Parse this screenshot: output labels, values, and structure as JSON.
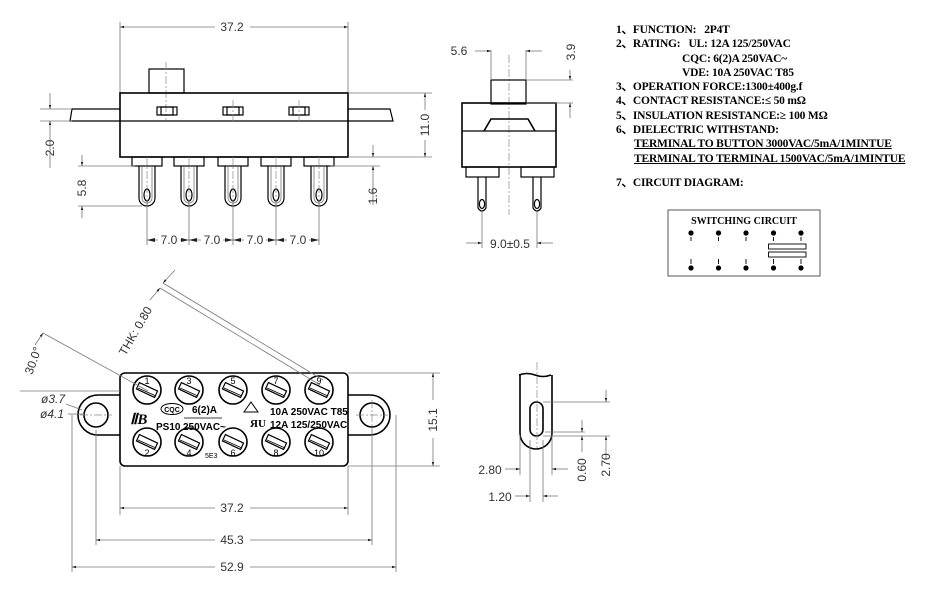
{
  "specs": {
    "function": {
      "label": "1、FUNCTION:",
      "value": "2P4T"
    },
    "rating": {
      "label": "2、RATING:",
      "ul": "UL:  12A 125/250VAC",
      "cqc": "CQC:  6(2)A 250VAC~",
      "vde": "VDE:  10A 250VAC T85"
    },
    "operation_force": "3、OPERATION FORCE:1300±400g.f",
    "contact_resistance": "4、CONTACT RESISTANCE:≤ 50 mΩ",
    "insulation_resistance": "5、INSULATION RESISTANCE:≥ 100 MΩ",
    "dielectric": {
      "label": "6、DIELECTRIC WITHSTAND:",
      "terminal_to_button": "TERMINAL TO BUTTON 3000VAC/5mA/1MINTUE",
      "terminal_to_terminal": "TERMINAL TO TERMINAL 1500VAC/5mA/1MINTUE"
    },
    "circuit_diagram": "7、CIRCUIT DIAGRAM:"
  },
  "circuit": {
    "title": "SWITCHING CIRCUIT",
    "columns": 5,
    "active_column": 4
  },
  "front_view": {
    "width": "37.2",
    "height": "11.0",
    "flange": "2.0",
    "pin_length": "5.8",
    "pin_base": "1.6",
    "pitch": [
      "7.0",
      "7.0",
      "7.0",
      "7.0"
    ]
  },
  "side_view": {
    "actuator_width": "5.6",
    "actuator_height": "3.9",
    "pin_spacing": "9.0±0.5"
  },
  "bottom_view": {
    "angle": "30.0°",
    "thickness": "THK: 0.80",
    "hole_inner": "ø3.7",
    "hole_outer": "ø4.1",
    "body_height": "15.1",
    "body_width": "37.2",
    "hole_span": "45.3",
    "total_width": "52.9",
    "pins_top": [
      "1",
      "3",
      "5",
      "7",
      "9"
    ],
    "pins_bottom": [
      "2",
      "4",
      "6",
      "8",
      "10"
    ],
    "marking": {
      "model": "PS10",
      "cqc_logo": "CQC",
      "cqc_rating_1": "6(2)A",
      "cqc_rating_2": "250VAC~",
      "vde_rating": "10A 250VAC T85",
      "ul_rating": "12A 125/250VAC",
      "date_code": "5E3"
    }
  },
  "terminal_detail": {
    "width": "2.80",
    "slot_width": "1.20",
    "slot_offset": "0.60",
    "slot_length": "2.70"
  }
}
